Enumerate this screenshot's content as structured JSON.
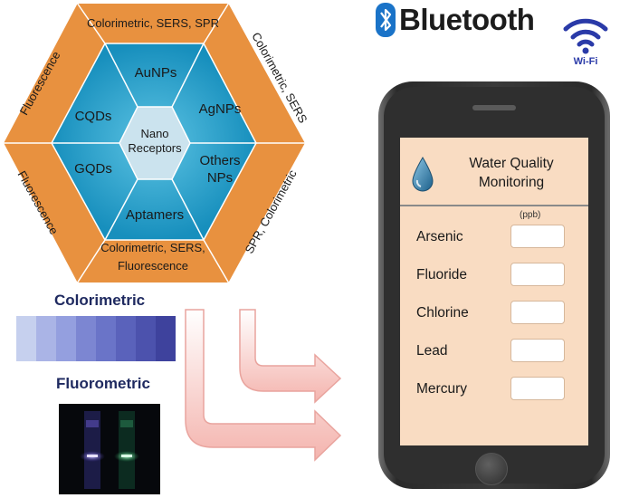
{
  "hexagon": {
    "outer_labels": {
      "top": "Colorimetric, SERS, SPR",
      "upper_right": "Colorimetric, SERS",
      "lower_right": "SPR, Colorimetric",
      "bottom_line1": "Colorimetric, SERS,",
      "bottom_line2": "Fluorescence",
      "lower_left": "Fluorescence",
      "upper_left": "Fluorescence"
    },
    "inner_labels": {
      "top": "AuNPs",
      "upper_right": "AgNPs",
      "lower_right_line1": "Others",
      "lower_right_line2": "NPs",
      "bottom": "Aptamers",
      "lower_left": "GQDs",
      "upper_left": "CQDs"
    },
    "center_line1": "Nano",
    "center_line2": "Receptors"
  },
  "connectivity": {
    "bluetooth": "Bluetooth",
    "wifi": "Wi-Fi",
    "bluetooth_icon": "bluetooth-icon",
    "wifi_icon": "wifi-icon"
  },
  "phone": {
    "app_title_line1": "Water Quality",
    "app_title_line2": "Monitoring",
    "drop_icon": "water-drop-icon",
    "unit": "(ppb)",
    "metals": [
      {
        "label": "Arsenic",
        "value": ""
      },
      {
        "label": "Fluoride",
        "value": ""
      },
      {
        "label": "Chlorine",
        "value": ""
      },
      {
        "label": "Lead",
        "value": ""
      },
      {
        "label": "Mercury",
        "value": ""
      }
    ]
  },
  "detection": {
    "colorimetric": "Colorimetric",
    "fluorometric": "Fluorometric",
    "swatches": [
      "#c6d0ee",
      "#aab4e6",
      "#949fdf",
      "#7c86d2",
      "#6a74c8",
      "#5a62bb",
      "#4c52ad",
      "#3e429d"
    ]
  },
  "colors": {
    "hex_orange": "#e8913f",
    "hex_blue": "#1e9ec9",
    "center": "#cbe3ee",
    "arrow": "#f4b4ae"
  }
}
